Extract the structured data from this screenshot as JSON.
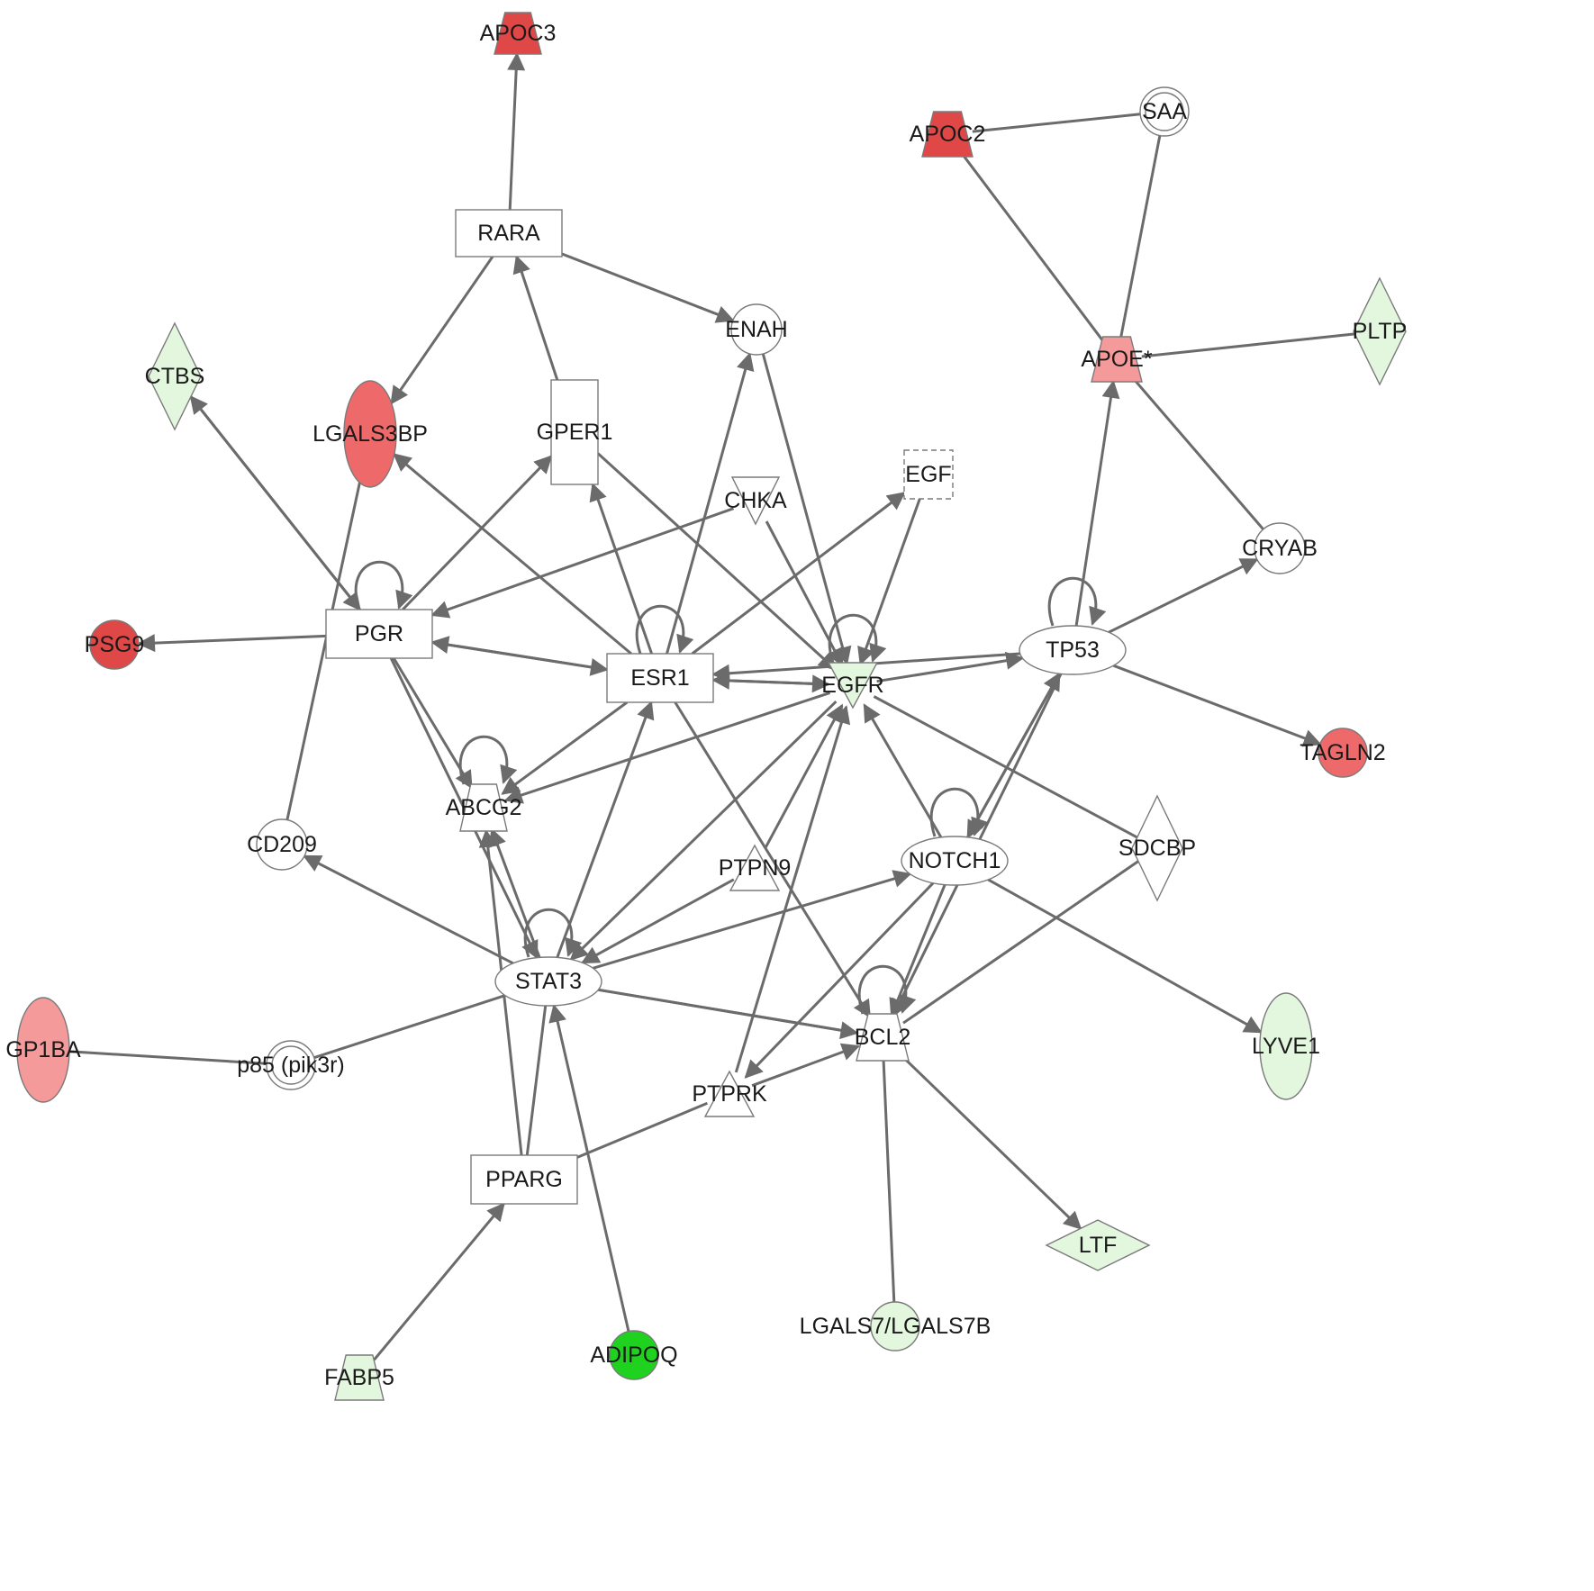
{
  "colors": {
    "none": "#ffffff",
    "up_strong": "#e04848",
    "up_medium": "#ee6a6a",
    "up_light": "#f59a9a",
    "down_light": "#e3f7df",
    "down_strong": "#1fd21f",
    "edge": "#6b6b6b",
    "outline": "#7a7a7a"
  },
  "nodes": [
    {
      "id": "APOC3",
      "label": "APOC3",
      "shape": "trapezoid",
      "fill": "up_strong"
    },
    {
      "id": "APOC2",
      "label": "APOC2",
      "shape": "trapezoid",
      "fill": "up_strong"
    },
    {
      "id": "SAA",
      "label": "SAA",
      "shape": "double-circle",
      "fill": "none"
    },
    {
      "id": "RARA",
      "label": "RARA",
      "shape": "rectangle",
      "fill": "none"
    },
    {
      "id": "ENAH",
      "label": "ENAH",
      "shape": "circle",
      "fill": "none"
    },
    {
      "id": "APOE",
      "label": "APOE*",
      "shape": "trapezoid",
      "fill": "up_light"
    },
    {
      "id": "PLTP",
      "label": "PLTP",
      "shape": "diamond",
      "fill": "down_light"
    },
    {
      "id": "CTBS",
      "label": "CTBS",
      "shape": "diamond",
      "fill": "down_light"
    },
    {
      "id": "LGALS3BP",
      "label": "LGALS3BP",
      "shape": "ellipse",
      "fill": "up_medium"
    },
    {
      "id": "GPER1",
      "label": "GPER1",
      "shape": "rectangle",
      "fill": "none"
    },
    {
      "id": "EGF",
      "label": "EGF",
      "shape": "dashed-rectangle",
      "fill": "none"
    },
    {
      "id": "CHKA",
      "label": "CHKA",
      "shape": "inverted-triangle",
      "fill": "none"
    },
    {
      "id": "CRYAB",
      "label": "CRYAB",
      "shape": "circle",
      "fill": "none"
    },
    {
      "id": "PSG9",
      "label": "PSG9",
      "shape": "circle",
      "fill": "up_strong"
    },
    {
      "id": "PGR",
      "label": "PGR",
      "shape": "rectangle",
      "fill": "none"
    },
    {
      "id": "ESR1",
      "label": "ESR1",
      "shape": "rectangle",
      "fill": "none"
    },
    {
      "id": "EGFR",
      "label": "EGFR",
      "shape": "inverted-triangle",
      "fill": "down_light"
    },
    {
      "id": "TP53",
      "label": "TP53",
      "shape": "ellipse",
      "fill": "none"
    },
    {
      "id": "TAGLN2",
      "label": "TAGLN2",
      "shape": "circle",
      "fill": "up_medium"
    },
    {
      "id": "ABCG2",
      "label": "ABCG2",
      "shape": "trapezoid",
      "fill": "none"
    },
    {
      "id": "CD209",
      "label": "CD209",
      "shape": "circle",
      "fill": "none"
    },
    {
      "id": "PTPN9",
      "label": "PTPN9",
      "shape": "triangle",
      "fill": "none"
    },
    {
      "id": "NOTCH1",
      "label": "NOTCH1",
      "shape": "ellipse",
      "fill": "none"
    },
    {
      "id": "SDCBP",
      "label": "SDCBP",
      "shape": "diamond",
      "fill": "none"
    },
    {
      "id": "STAT3",
      "label": "STAT3",
      "shape": "ellipse",
      "fill": "none"
    },
    {
      "id": "GP1BA",
      "label": "GP1BA",
      "shape": "ellipse",
      "fill": "up_light"
    },
    {
      "id": "P85",
      "label": "p85 (pik3r)",
      "shape": "double-circle",
      "fill": "none"
    },
    {
      "id": "BCL2",
      "label": "BCL2",
      "shape": "trapezoid",
      "fill": "none"
    },
    {
      "id": "LYVE1",
      "label": "LYVE1",
      "shape": "ellipse",
      "fill": "down_light"
    },
    {
      "id": "PTPRK",
      "label": "PTPRK",
      "shape": "triangle",
      "fill": "none"
    },
    {
      "id": "PPARG",
      "label": "PPARG",
      "shape": "rectangle",
      "fill": "none"
    },
    {
      "id": "LTF",
      "label": "LTF",
      "shape": "diamond",
      "fill": "down_light"
    },
    {
      "id": "LGALS7",
      "label": "LGALS7/LGALS7B",
      "shape": "circle",
      "fill": "down_light"
    },
    {
      "id": "ADIPOQ",
      "label": "ADIPOQ",
      "shape": "circle",
      "fill": "down_strong"
    },
    {
      "id": "FABP5",
      "label": "FABP5",
      "shape": "trapezoid",
      "fill": "down_light"
    }
  ],
  "edges": [
    {
      "from": "RARA",
      "to": "APOC3",
      "arrow": true
    },
    {
      "from": "RARA",
      "to": "LGALS3BP",
      "arrow": true
    },
    {
      "from": "RARA",
      "to": "ENAH",
      "arrow": true
    },
    {
      "from": "GPER1",
      "to": "RARA",
      "arrow": true
    },
    {
      "from": "APOC2",
      "to": "SAA",
      "arrow": false
    },
    {
      "from": "APOC2",
      "to": "APOE",
      "arrow": false
    },
    {
      "from": "SAA",
      "to": "APOE",
      "arrow": false
    },
    {
      "from": "APOE",
      "to": "PLTP",
      "arrow": false
    },
    {
      "from": "APOE",
      "to": "CRYAB",
      "arrow": false
    },
    {
      "from": "TP53",
      "to": "APOE",
      "arrow": true
    },
    {
      "from": "TP53",
      "to": "CRYAB",
      "arrow": true
    },
    {
      "from": "TP53",
      "to": "TAGLN2",
      "arrow": true
    },
    {
      "from": "PGR",
      "to": "CTBS",
      "arrow": true
    },
    {
      "from": "CTBS",
      "to": "PGR",
      "arrow": true
    },
    {
      "from": "PGR",
      "to": "PSG9",
      "arrow": true
    },
    {
      "from": "PGR",
      "to": "GPER1",
      "arrow": true
    },
    {
      "from": "PGR",
      "to": "ESR1",
      "arrow": true
    },
    {
      "from": "ESR1",
      "to": "PGR",
      "arrow": true
    },
    {
      "from": "PGR",
      "to": "ABCG2",
      "arrow": true
    },
    {
      "from": "PGR",
      "to": "STAT3",
      "arrow": true
    },
    {
      "from": "CHKA",
      "to": "PGR",
      "arrow": true
    },
    {
      "from": "ESR1",
      "to": "LGALS3BP",
      "arrow": true
    },
    {
      "from": "ESR1",
      "to": "GPER1",
      "arrow": true
    },
    {
      "from": "ESR1",
      "to": "ENAH",
      "arrow": true
    },
    {
      "from": "ESR1",
      "to": "EGF",
      "arrow": true
    },
    {
      "from": "ESR1",
      "to": "ABCG2",
      "arrow": true
    },
    {
      "from": "ESR1",
      "to": "BCL2",
      "arrow": true
    },
    {
      "from": "EGFR",
      "to": "ESR1",
      "arrow": true
    },
    {
      "from": "ESR1",
      "to": "EGFR",
      "arrow": true
    },
    {
      "from": "GPER1",
      "to": "EGFR",
      "arrow": true
    },
    {
      "from": "ENAH",
      "to": "EGFR",
      "arrow": true
    },
    {
      "from": "EGF",
      "to": "EGFR",
      "arrow": true
    },
    {
      "from": "CHKA",
      "to": "EGFR",
      "arrow": true
    },
    {
      "from": "EGFR",
      "to": "TP53",
      "arrow": true
    },
    {
      "from": "TP53",
      "to": "ESR1",
      "arrow": true
    },
    {
      "from": "EGFR",
      "to": "ABCG2",
      "arrow": true
    },
    {
      "from": "EGFR",
      "to": "STAT3",
      "arrow": true
    },
    {
      "from": "EGFR",
      "to": "SDCBP",
      "arrow": false
    },
    {
      "from": "NOTCH1",
      "to": "EGFR",
      "arrow": true
    },
    {
      "from": "NOTCH1",
      "to": "TP53",
      "arrow": true
    },
    {
      "from": "TP53",
      "to": "NOTCH1",
      "arrow": true
    },
    {
      "from": "NOTCH1",
      "to": "BCL2",
      "arrow": true
    },
    {
      "from": "TP53",
      "to": "BCL2",
      "arrow": true
    },
    {
      "from": "NOTCH1",
      "to": "LYVE1",
      "arrow": true
    },
    {
      "from": "NOTCH1",
      "to": "PTPRK",
      "arrow": true
    },
    {
      "from": "STAT3",
      "to": "NOTCH1",
      "arrow": true
    },
    {
      "from": "STAT3",
      "to": "ESR1",
      "arrow": true
    },
    {
      "from": "STAT3",
      "to": "CD209",
      "arrow": true
    },
    {
      "from": "STAT3",
      "to": "P85",
      "arrow": false
    },
    {
      "from": "STAT3",
      "to": "BCL2",
      "arrow": true
    },
    {
      "from": "STAT3",
      "to": "BCL2",
      "arrow": false
    },
    {
      "from": "STAT3",
      "to": "ABCG2",
      "arrow": true
    },
    {
      "from": "PTPN9",
      "to": "STAT3",
      "arrow": true
    },
    {
      "from": "PTPN9",
      "to": "EGFR",
      "arrow": true
    },
    {
      "from": "PTPRK",
      "to": "EGFR",
      "arrow": true
    },
    {
      "from": "PTPRK",
      "to": "BCL2",
      "arrow": true
    },
    {
      "from": "PPARG",
      "to": "STAT3",
      "arrow": false
    },
    {
      "from": "PPARG",
      "to": "ABCG2",
      "arrow": true
    },
    {
      "from": "PPARG",
      "to": "PTPRK",
      "arrow": false
    },
    {
      "from": "FABP5",
      "to": "PPARG",
      "arrow": true
    },
    {
      "from": "ADIPOQ",
      "to": "STAT3",
      "arrow": true
    },
    {
      "from": "GP1BA",
      "to": "P85",
      "arrow": false
    },
    {
      "from": "CD209",
      "to": "LGALS3BP",
      "arrow": false
    },
    {
      "from": "BCL2",
      "to": "SDCBP",
      "arrow": false
    },
    {
      "from": "BCL2",
      "to": "LTF",
      "arrow": true
    },
    {
      "from": "BCL2",
      "to": "LGALS7",
      "arrow": false
    }
  ],
  "self_loops": [
    "PGR",
    "ESR1",
    "EGFR",
    "TP53",
    "ABCG2",
    "NOTCH1",
    "STAT3",
    "BCL2"
  ]
}
